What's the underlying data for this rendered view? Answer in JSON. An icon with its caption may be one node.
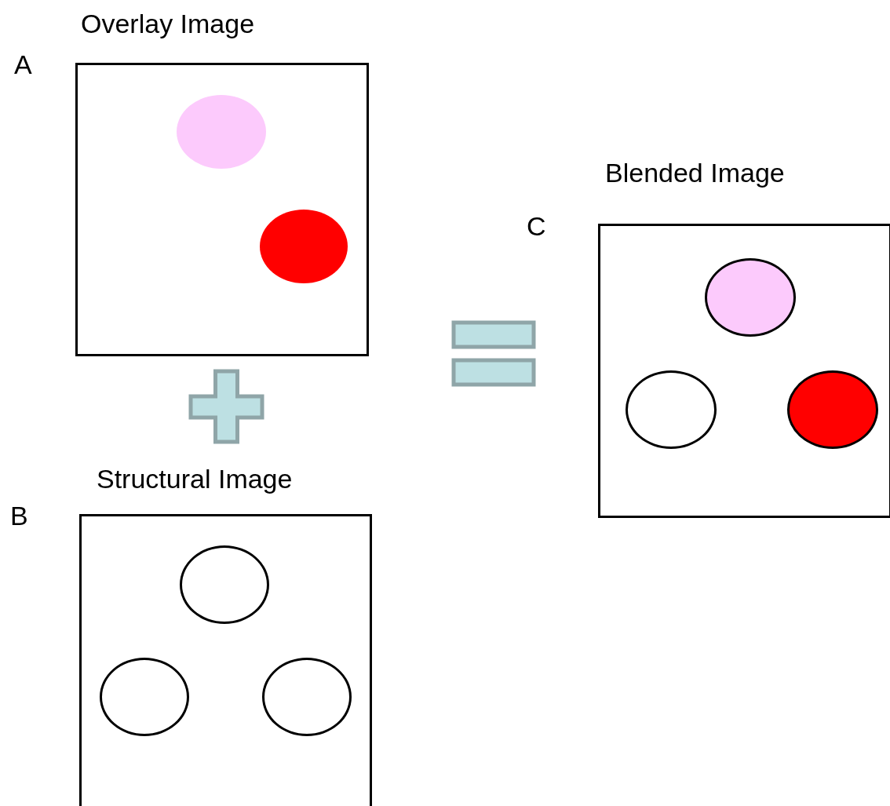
{
  "diagram": {
    "nodes": [
      {
        "text": [
          "Overlay Image"
        ],
        "beside": [
          "A"
        ]
      },
      {
        "text": [],
        "shape": "circle",
        "in": 0
      },
      {
        "text": [],
        "shape": "circle",
        "in": 0
      },
      {
        "text": [
          "Structural Image"
        ],
        "beside": [
          "B"
        ]
      },
      {
        "text": [],
        "shape": "circle",
        "in": 3
      },
      {
        "text": [],
        "shape": "circle",
        "in": 3
      },
      {
        "text": [],
        "shape": "circle",
        "in": 3
      },
      {
        "text": [
          "Blended Image"
        ],
        "beside": [
          "C"
        ]
      },
      {
        "text": [],
        "shape": "circle",
        "in": 7
      },
      {
        "text": [],
        "shape": "circle",
        "in": 7
      },
      {
        "text": [],
        "shape": "circle",
        "in": 7
      }
    ],
    "edges": []
  }
}
